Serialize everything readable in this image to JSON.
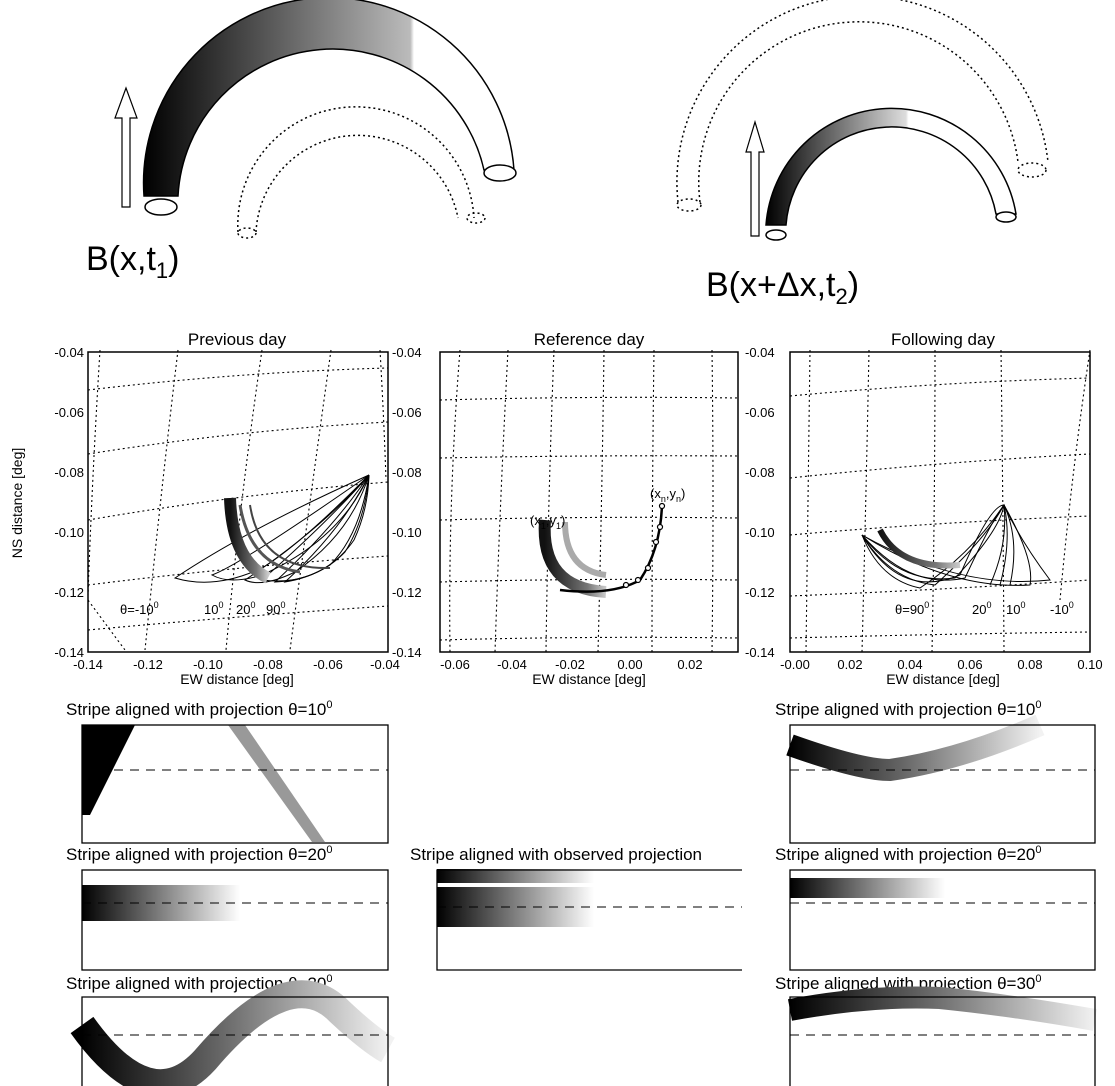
{
  "top_labels": {
    "left": {
      "base": "B(x,t",
      "sub": "1",
      "end": ")"
    },
    "right": {
      "base": "B(x+Δx,t",
      "sub": "2",
      "end": ")"
    }
  },
  "panels": {
    "left": {
      "title": "Previous day",
      "xlabel": "EW distance [deg]",
      "ylabel": "NS distance [deg]",
      "xticks": [
        "-0.14",
        "-0.12",
        "-0.10",
        "-0.08",
        "-0.06",
        "-0.04"
      ],
      "yticks": [
        "-0.04",
        "-0.06",
        "-0.08",
        "-0.10",
        "-0.12",
        "-0.14"
      ],
      "annotations": {
        "theta_neg": {
          "base": "θ=-10",
          "sup": "0"
        },
        "theta_10": {
          "base": "10",
          "sup": "0"
        },
        "theta_20": {
          "base": "20",
          "sup": "0"
        },
        "theta_90": {
          "base": "90",
          "sup": "0"
        }
      }
    },
    "middle": {
      "title": "Reference day",
      "xlabel": "EW distance [deg]",
      "xticks": [
        "-0.06",
        "-0.04",
        "-0.02",
        "0.00",
        "0.02"
      ],
      "yticks": [
        "-0.04",
        "-0.06",
        "-0.08",
        "-0.10",
        "-0.12",
        "-0.14"
      ],
      "annotations": {
        "start": {
          "base": "(x",
          "s1": "1",
          "mid": ",y",
          "s2": "1",
          "end": ")"
        },
        "end": {
          "base": "(x",
          "s1": "n",
          "mid": ",y",
          "s2": "n",
          "end": ")"
        }
      }
    },
    "right": {
      "title": "Following day",
      "xlabel": "EW distance [deg]",
      "xticks": [
        "-0.00",
        "0.02",
        "0.04",
        "0.06",
        "0.08",
        "0.10"
      ],
      "yticks": [
        "-0.04",
        "-0.06",
        "-0.08",
        "-0.10",
        "-0.12",
        "-0.14"
      ],
      "annotations": {
        "theta_90": {
          "base": "θ=90",
          "sup": "0"
        },
        "theta_20": {
          "base": "20",
          "sup": "0"
        },
        "theta_10": {
          "base": "10",
          "sup": "0"
        },
        "theta_neg": {
          "base": "-10",
          "sup": "0"
        }
      }
    }
  },
  "stripes": {
    "left_10": {
      "base": "Stripe aligned with projection θ=10",
      "sup": "0"
    },
    "left_20": {
      "base": "Stripe aligned with projection θ=20",
      "sup": "0"
    },
    "left_30": {
      "base": "Stripe aligned with projection θ=30",
      "sup": "0"
    },
    "mid_obs": {
      "base": "Stripe aligned with observed projection"
    },
    "right_10": {
      "base": "Stripe aligned with projection θ=10",
      "sup": "0"
    },
    "right_20": {
      "base": "Stripe aligned with projection θ=20",
      "sup": "0"
    },
    "right_30": {
      "base": "Stripe aligned with projection θ=30",
      "sup": "0"
    }
  }
}
